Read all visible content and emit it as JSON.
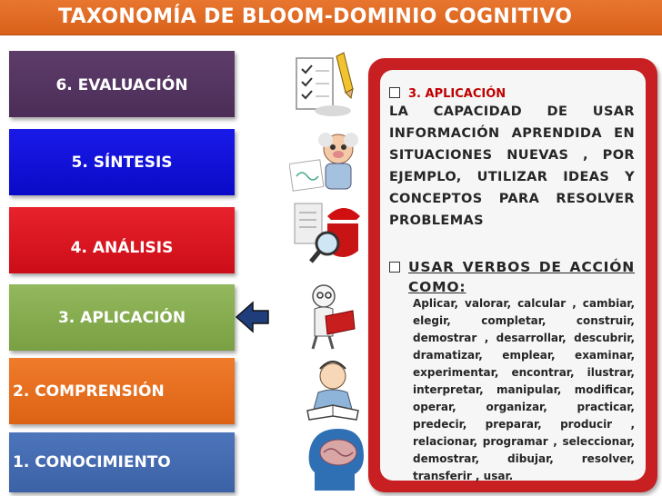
{
  "title": "TAXONOMÍA DE BLOOM-DOMINIO COGNITIVO",
  "levels": [
    {
      "label": "6. EVALUACIÓN"
    },
    {
      "label": "5. SÍNTESIS"
    },
    {
      "label": "4. ANÁLISIS"
    },
    {
      "label": "3. APLICACIÓN"
    },
    {
      "label": "2. COMPRENSIÓN"
    },
    {
      "label": "1. CONOCIMIENTO"
    }
  ],
  "panel": {
    "heading": "3. APLICACIÓN",
    "definition": "LA CAPACIDAD DE USAR INFORMACIÓN APRENDIDA EN SITUACIONES NUEVAS , POR EJEMPLO, UTILIZAR IDEAS Y CONCEPTOS PARA RESOLVER PROBLEMAS",
    "verbs_heading": "USAR VERBOS DE ACCIÓN COMO:",
    "verbs_list": "Aplicar, valorar, calcular , cambiar, elegir, completar, construir, demostrar , desarrollar, descubrir, dramatizar, emplear, examinar, experimentar, encontrar, ilustrar, interpretar, manipular, modificar, operar, organizar, practicar, predecir, preparar, producir , relacionar, programar , seleccionar, demostrar, dibujar, resolver, transferir , usar."
  },
  "colors": {
    "title_bar": "#d9611a",
    "evaluacion": "#4b2d57",
    "sintesis": "#0a0ac8",
    "analisis": "#cc0d18",
    "aplicacion": "#7aa043",
    "comprension": "#dd6314",
    "conocimiento": "#3c62a6",
    "panel_border": "#c81f23",
    "heading_red": "#c00000"
  },
  "icons": [
    "checklist-pencil-icon",
    "professor-icon",
    "magnifier-detective-icon",
    "reader-book-icon",
    "child-reading-icon",
    "brain-head-icon",
    "arrow-left-icon"
  ]
}
